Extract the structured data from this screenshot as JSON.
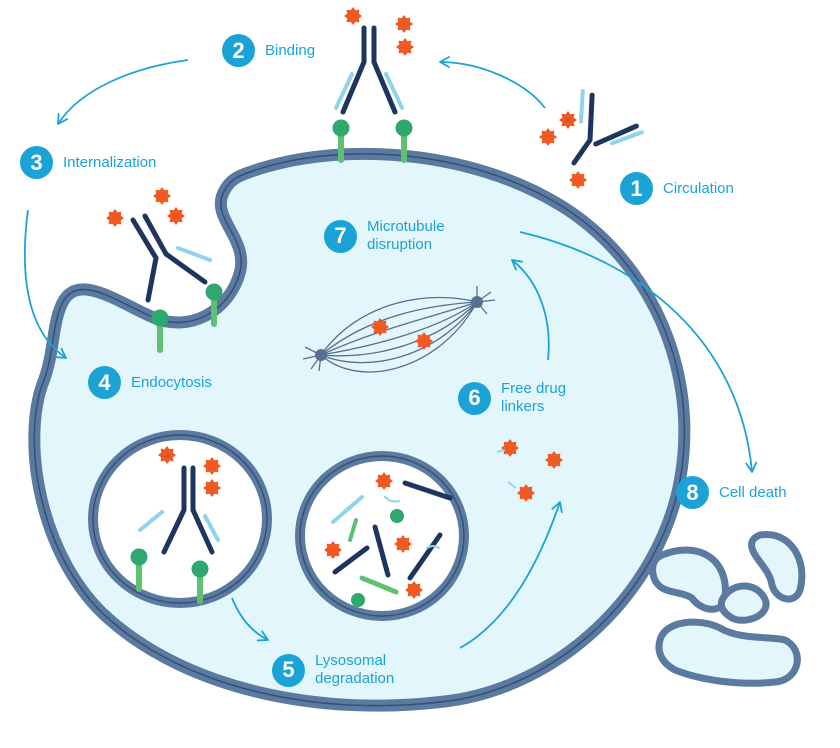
{
  "colors": {
    "accent": "#1ba3d8",
    "membrane_fill": "#5b7a9f",
    "membrane_edge": "#334f7a",
    "cytoplasm": "#e3f6fb",
    "antibody": "#1e3560",
    "antibody_light": "#8fd3ec",
    "payload": "#f05a22",
    "receptor": "#5ec16f",
    "receptor_head": "#2ea86f"
  },
  "steps": [
    {
      "num": "1",
      "label": "Circulation"
    },
    {
      "num": "2",
      "label": "Binding"
    },
    {
      "num": "3",
      "label": "Internalization"
    },
    {
      "num": "4",
      "label": "Endocytosis"
    },
    {
      "num": "5",
      "label": "Lysosomal degradation"
    },
    {
      "num": "6",
      "label": "Free drug linkers"
    },
    {
      "num": "7",
      "label": "Microtubule disruption"
    },
    {
      "num": "8",
      "label": "Cell death"
    }
  ]
}
